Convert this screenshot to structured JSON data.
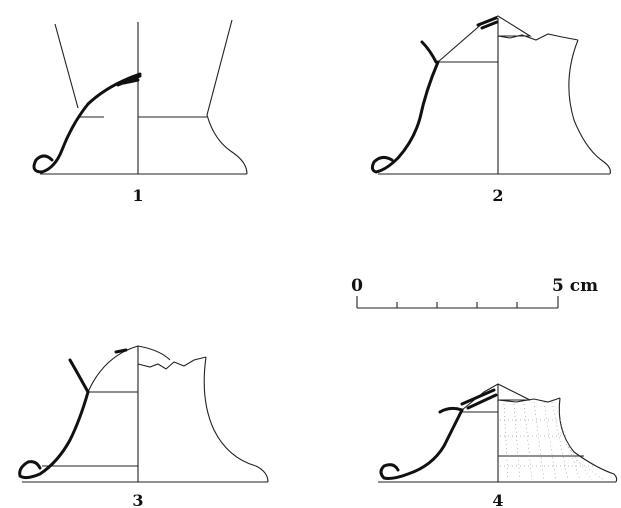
{
  "figures": [
    {
      "label": "1"
    },
    {
      "label": "2"
    },
    {
      "label": "3"
    },
    {
      "label": "4"
    }
  ],
  "scale_bar": {
    "start_label": "0",
    "end_label": "5 cm",
    "divisions": 5
  }
}
